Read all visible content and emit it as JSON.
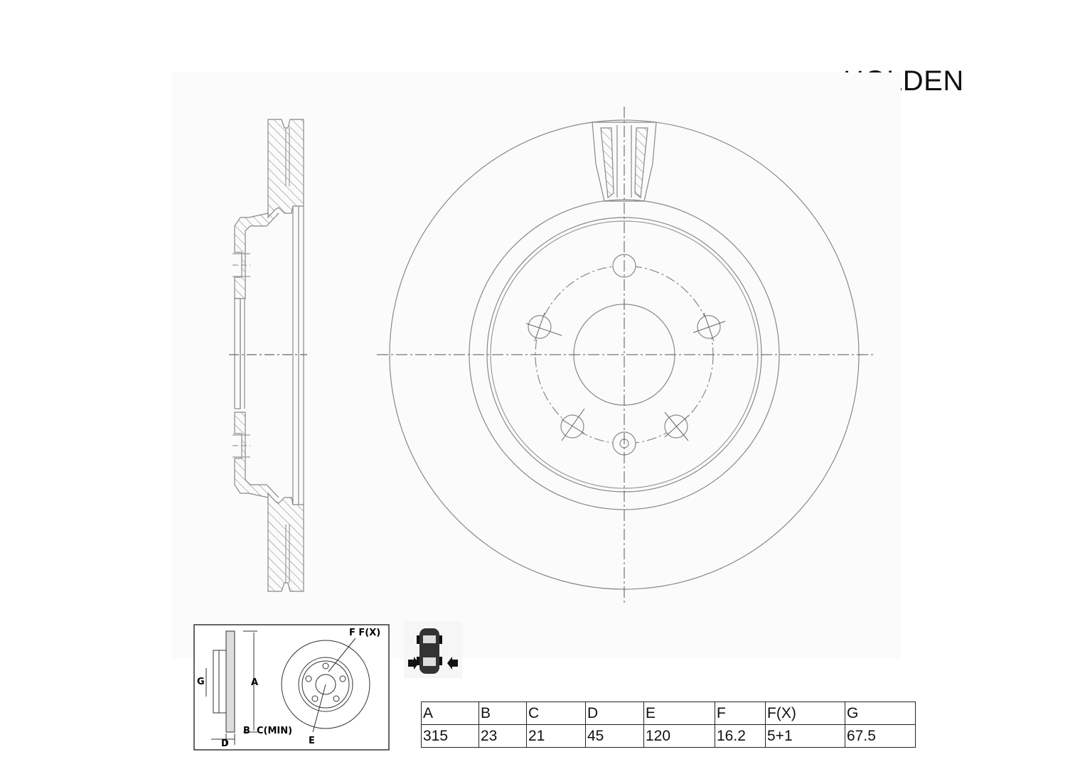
{
  "brand": "HOLDEN",
  "key_labels": {
    "f_fx": "F F(X)",
    "g": "G",
    "a": "A",
    "b": "B",
    "c_min": "C(MIN)",
    "d": "D",
    "e": "E"
  },
  "specs": {
    "headers": [
      "A",
      "B",
      "C",
      "D",
      "E",
      "F",
      "F(X)",
      "G"
    ],
    "values": [
      "315",
      "23",
      "21",
      "45",
      "120",
      "16.2",
      "5+1",
      "67.5"
    ]
  },
  "icons": {
    "position_indicator": "car-front-axle-icon"
  }
}
